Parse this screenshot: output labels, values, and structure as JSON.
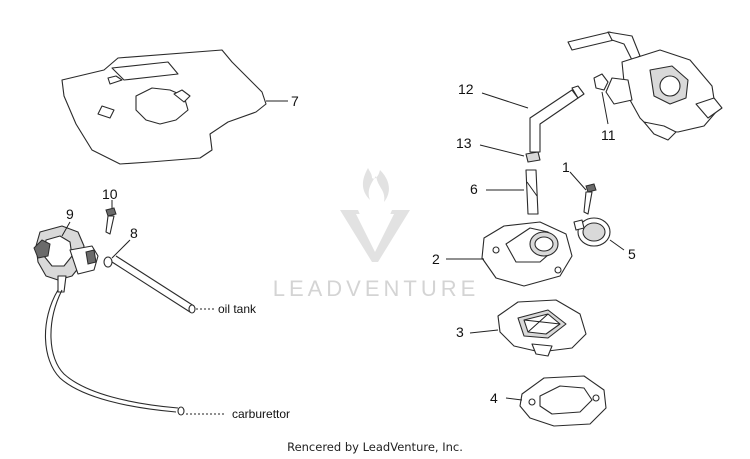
{
  "callouts": {
    "c1": "1",
    "c2": "2",
    "c3": "3",
    "c4": "4",
    "c5": "5",
    "c6": "6",
    "c7": "7",
    "c8": "8",
    "c9": "9",
    "c10": "10",
    "c11": "11",
    "c12": "12",
    "c13": "13"
  },
  "labels": {
    "oil_tank": "oil tank",
    "carburettor": "carburettor"
  },
  "watermark": {
    "text": "LEADVENTURE"
  },
  "footer": {
    "credit": "Rencered by LeadVenture, Inc."
  }
}
